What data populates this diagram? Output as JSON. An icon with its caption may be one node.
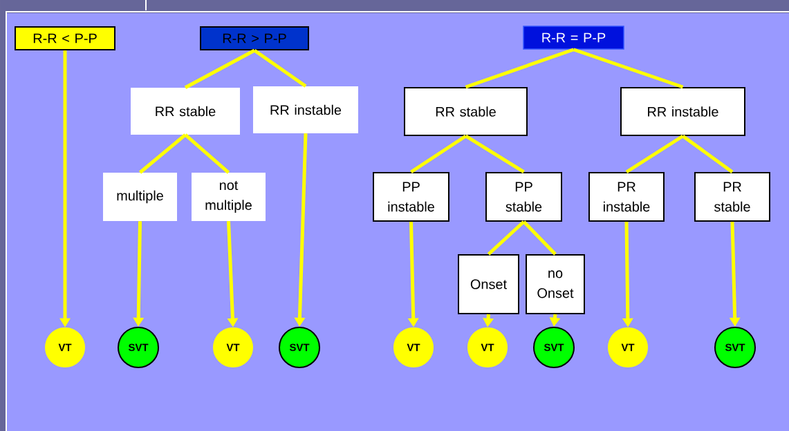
{
  "diagram": {
    "nodes": [
      {
        "text": [
          "R-R < P-P"
        ]
      },
      {
        "text": [
          "R-R > P-P"
        ]
      },
      {
        "text": [
          "R-R = P-P"
        ]
      },
      {
        "text": [
          "RR stable"
        ]
      },
      {
        "text": [
          "RR instable"
        ]
      },
      {
        "text": [
          "RR stable"
        ]
      },
      {
        "text": [
          "RR instable"
        ]
      },
      {
        "text": [
          "multiple"
        ]
      },
      {
        "text": [
          "not multiple"
        ]
      },
      {
        "text": [
          "PP instable"
        ]
      },
      {
        "text": [
          "PP stable"
        ]
      },
      {
        "text": [
          "PR instable"
        ]
      },
      {
        "text": [
          "PR stable"
        ]
      },
      {
        "text": [
          "Onset"
        ]
      },
      {
        "text": [
          "no Onset"
        ]
      },
      {
        "text": [
          "VT"
        ]
      },
      {
        "text": [
          "SVT"
        ]
      },
      {
        "text": [
          "VT"
        ]
      },
      {
        "text": [
          "SVT"
        ]
      },
      {
        "text": [
          "VT"
        ]
      },
      {
        "text": [
          "VT"
        ]
      },
      {
        "text": [
          "SVT"
        ]
      },
      {
        "text": [
          "VT"
        ]
      },
      {
        "text": [
          "SVT"
        ]
      }
    ],
    "edges": [
      {
        "from": 0,
        "to": 15,
        "arrow": "to"
      },
      {
        "from": 1,
        "to": 3,
        "arrow": "none"
      },
      {
        "from": 1,
        "to": 4,
        "arrow": "none"
      },
      {
        "from": 3,
        "to": 7,
        "arrow": "none"
      },
      {
        "from": 3,
        "to": 8,
        "arrow": "none"
      },
      {
        "from": 7,
        "to": 16,
        "arrow": "to"
      },
      {
        "from": 8,
        "to": 17,
        "arrow": "to"
      },
      {
        "from": 4,
        "to": 18,
        "arrow": "to"
      },
      {
        "from": 2,
        "to": 5,
        "arrow": "none"
      },
      {
        "from": 2,
        "to": 6,
        "arrow": "none"
      },
      {
        "from": 5,
        "to": 9,
        "arrow": "none"
      },
      {
        "from": 5,
        "to": 10,
        "arrow": "none"
      },
      {
        "from": 6,
        "to": 11,
        "arrow": "none"
      },
      {
        "from": 6,
        "to": 12,
        "arrow": "none"
      },
      {
        "from": 9,
        "to": 19,
        "arrow": "to"
      },
      {
        "from": 10,
        "to": 13,
        "arrow": "none"
      },
      {
        "from": 10,
        "to": 14,
        "arrow": "none"
      },
      {
        "from": 13,
        "to": 20,
        "arrow": "to"
      },
      {
        "from": 14,
        "to": 21,
        "arrow": "to"
      },
      {
        "from": 11,
        "to": 22,
        "arrow": "to"
      },
      {
        "from": 12,
        "to": 23,
        "arrow": "to"
      }
    ]
  }
}
